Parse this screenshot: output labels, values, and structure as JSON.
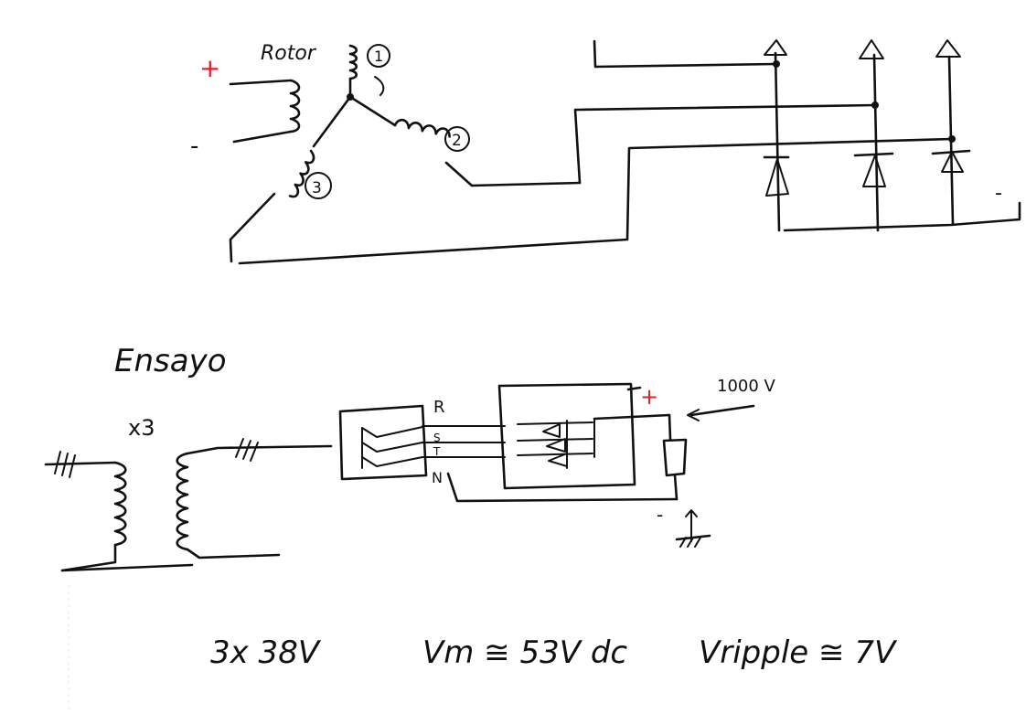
{
  "colors": {
    "ink": "#111111",
    "polarity": "#e0202a",
    "paper": "#ffffff"
  },
  "top": {
    "rotor_label": "Rotor",
    "plus_sign": "+",
    "minus_sign": "-",
    "winding_1": "1",
    "winding_2": "2",
    "winding_3": "3",
    "output_minus": "-"
  },
  "bottom": {
    "title": "Ensayo",
    "multiplier": "x3",
    "phase_r": "R",
    "phase_s": "S",
    "phase_t": "T",
    "neutral": "N",
    "plus_sign": "+",
    "minus_sign": "-",
    "voltmeter_label": "1000 V"
  },
  "notes": {
    "supply": "3x 38V",
    "vm": "Vm ≅ 53V dc",
    "vripple": "Vripple ≅ 7V"
  }
}
